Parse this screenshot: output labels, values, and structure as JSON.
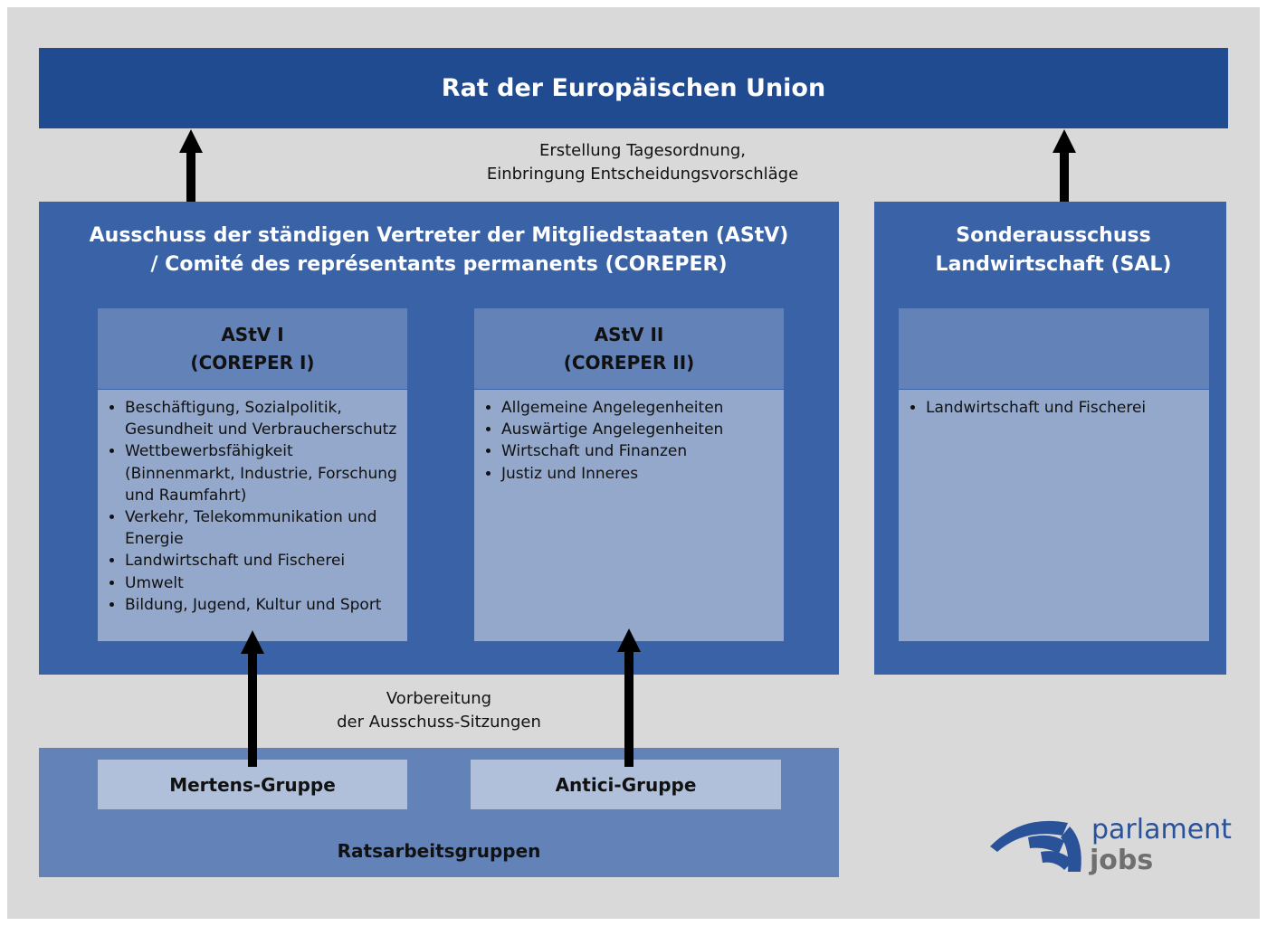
{
  "council": {
    "title": "Rat der Europäischen Union"
  },
  "top_note": {
    "line1": "Erstellung Tagesordnung,",
    "line2": "Einbringung Entscheidungsvorschläge"
  },
  "coreper": {
    "title_line1": "Ausschuss der ständigen Vertreter der Mitgliedstaaten (AStV)",
    "title_line2": "/ Comité des représentants permanents (COREPER)",
    "astv1": {
      "title_line1": "AStV I",
      "title_line2": "(COREPER I)",
      "items": [
        "Beschäftigung, Sozialpolitik, Gesundheit und Verbraucherschutz",
        "Wettbewerbsfähigkeit (Binnenmarkt, Industrie, Forschung und Raumfahrt)",
        "Verkehr, Telekommunikation und Energie",
        "Landwirtschaft und Fischerei",
        "Umwelt",
        "Bildung, Jugend, Kultur und Sport"
      ]
    },
    "astv2": {
      "title_line1": "AStV II",
      "title_line2": "(COREPER II)",
      "items": [
        "Allgemeine Angelegenheiten",
        "Auswärtige Angelegenheiten",
        "Wirtschaft und Finanzen",
        "Justiz und Inneres"
      ]
    }
  },
  "sal": {
    "title_line1": "Sonderausschuss",
    "title_line2": "Landwirtschaft (SAL)",
    "items": [
      "Landwirtschaft und Fischerei"
    ]
  },
  "bottom_note": {
    "line1": "Vorbereitung",
    "line2": "der Ausschuss-Sitzungen"
  },
  "working_groups": {
    "title": "Ratsarbeitsgruppen",
    "mertens": "Mertens-Gruppe",
    "antici": "Antici-Gruppe"
  },
  "logo": {
    "line1": "parlament",
    "line2": "jobs"
  },
  "colors": {
    "dark_blue": "#214b90",
    "mid_blue": "#3a62a7",
    "light_blue": "#6282b8",
    "pale_blue": "#93a8ca",
    "group_blue": "#b0c0db",
    "background": "#d9d9d9"
  }
}
